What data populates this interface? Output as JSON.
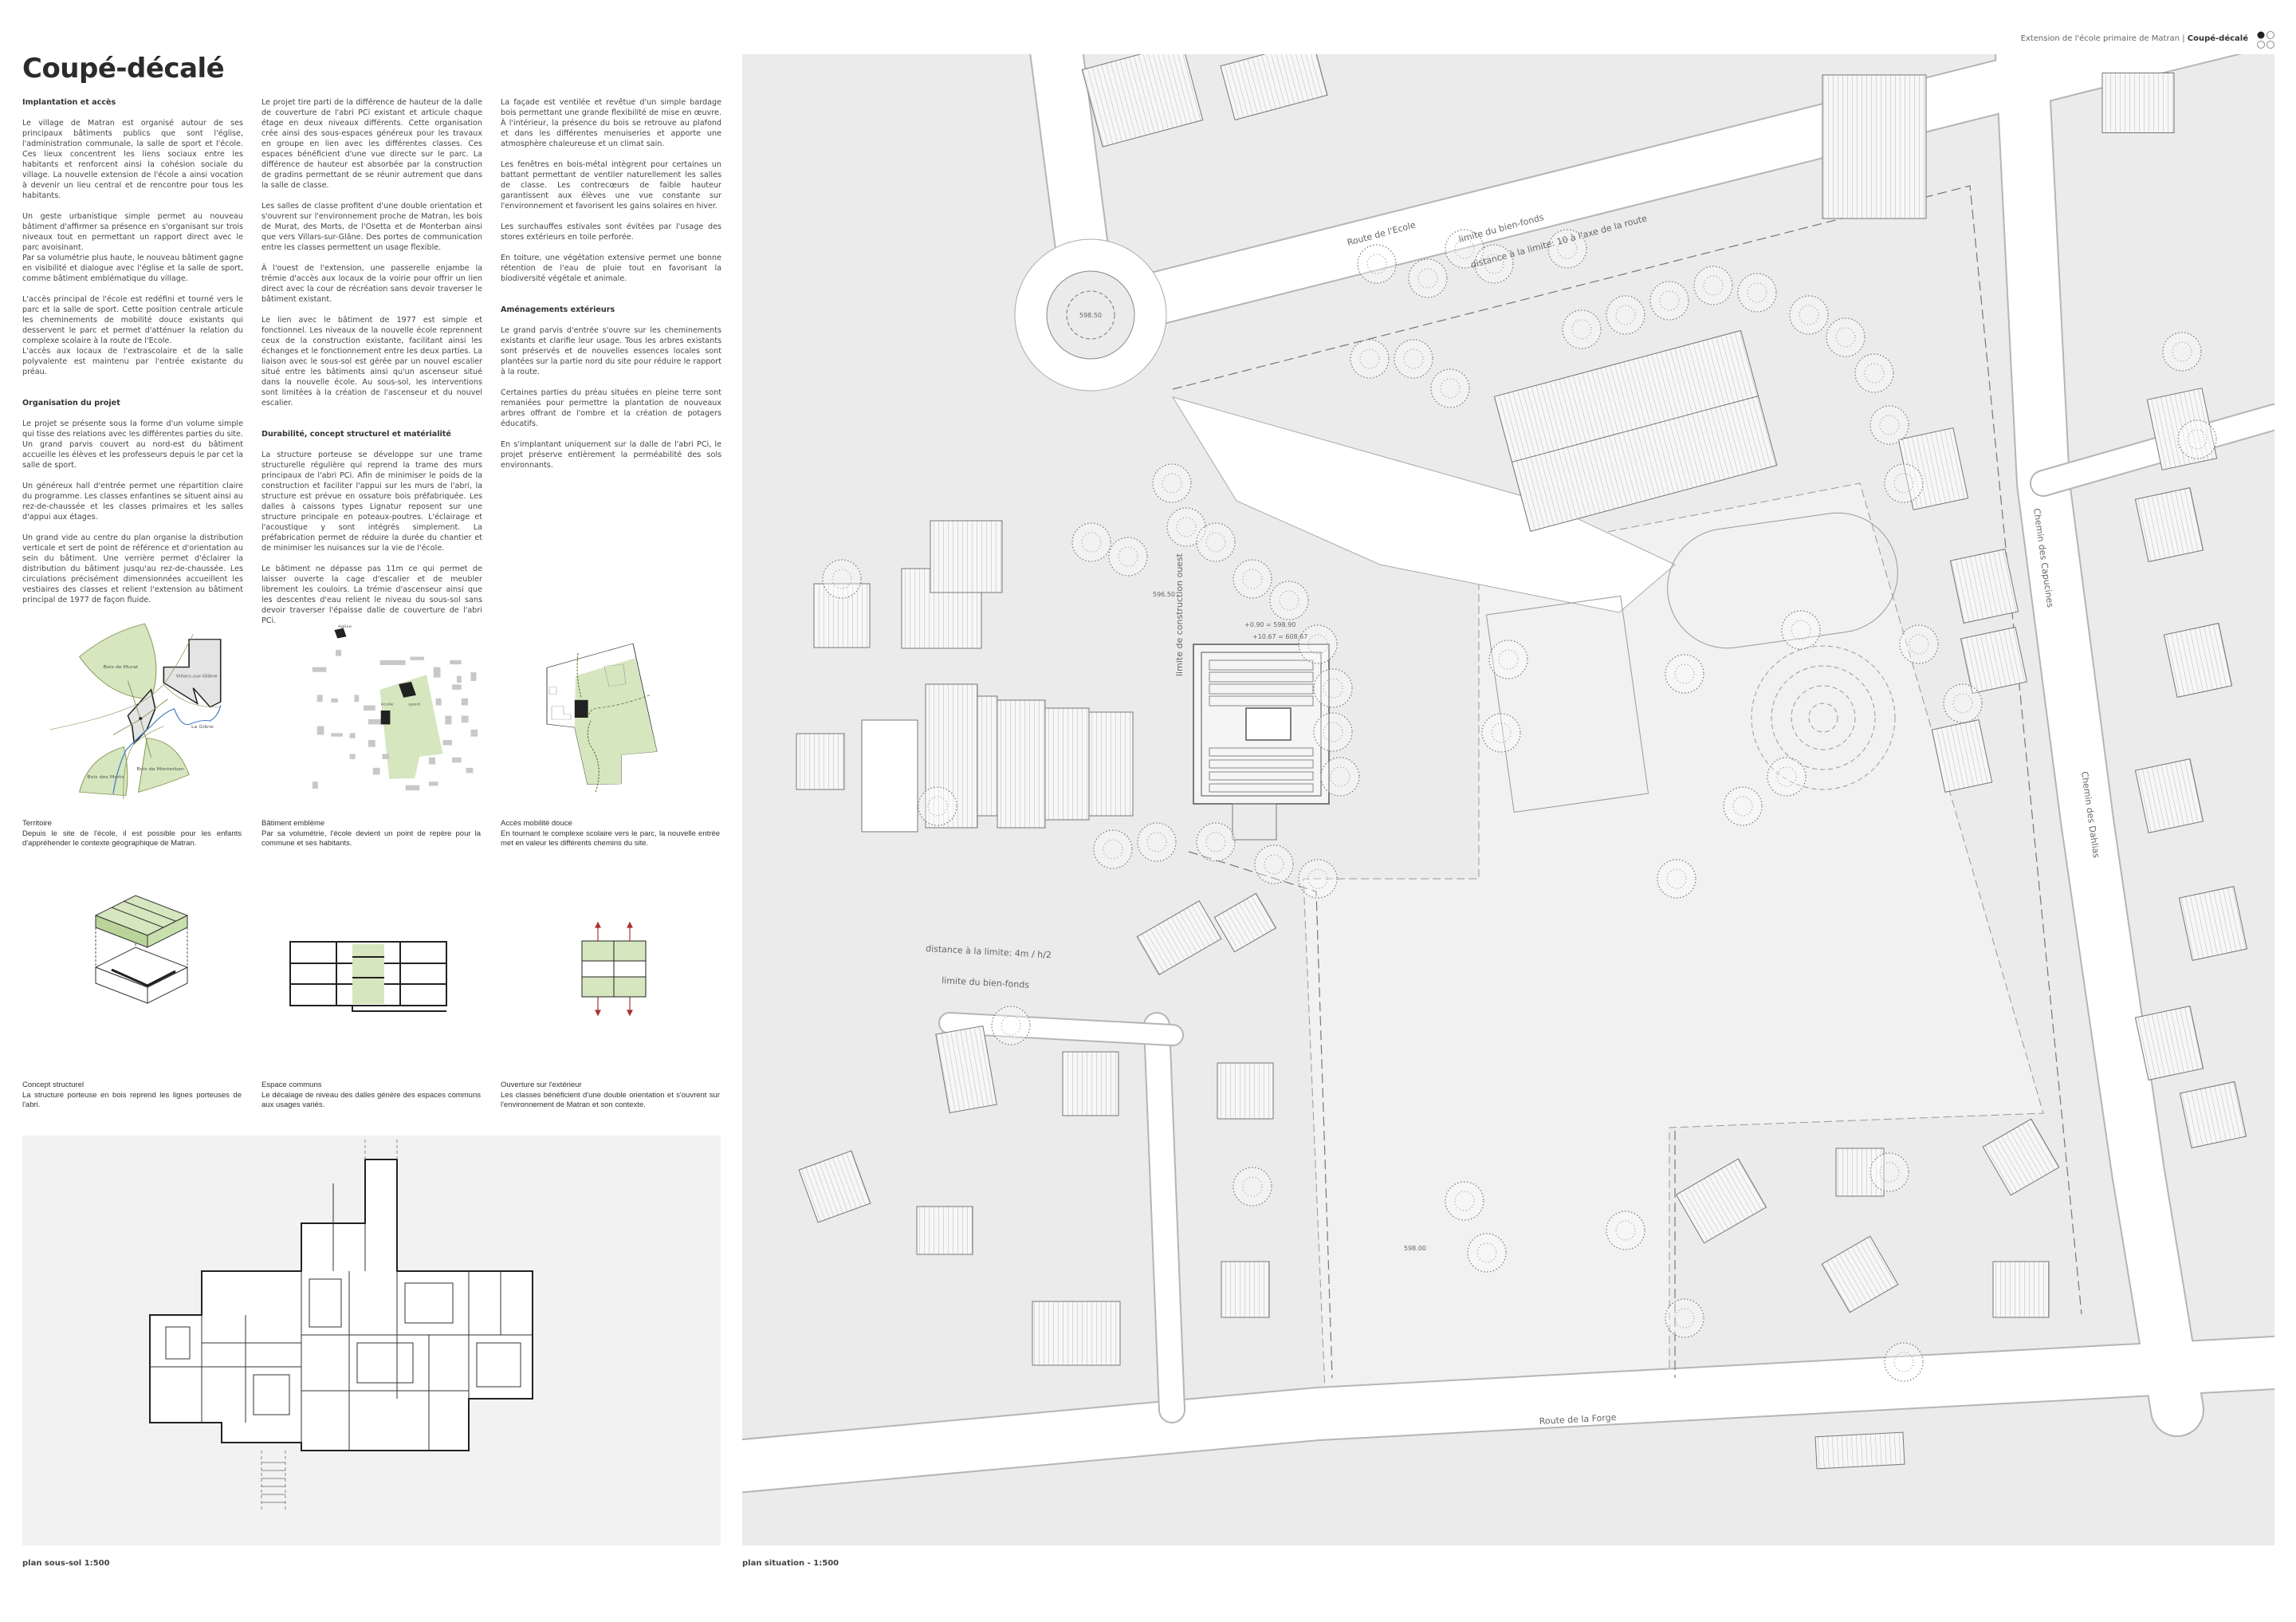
{
  "header": {
    "project": "Extension de l'école primaire de Matran | ",
    "project_bold": "Coupé-décalé"
  },
  "title": "Coupé-décalé",
  "text": {
    "c1": {
      "h1": "Implantation et accès",
      "p1": "Le village de Matran est organisé autour de ses principaux bâtiments publics que sont l'église, l'administration communale, la salle de sport et l'école. Ces lieux concentrent les liens sociaux entre les habitants et renforcent ainsi la cohésion sociale du village. La nouvelle extension de l'école a ainsi vocation à devenir un lieu central et de rencontre pour tous les habitants.",
      "p2": "Un geste urbanistique simple permet au nouveau bâtiment d'affirmer sa présence en s'organisant sur trois niveaux tout en permettant un rapport direct avec le parc avoisinant.",
      "p3": "Par sa volumétrie plus haute, le nouveau bâtiment gagne en visibilité et dialogue avec l'église et la salle de sport, comme bâtiment emblématique du village.",
      "p4": "L'accès principal de l'école est redéfini et tourné vers le parc et la salle de sport. Cette position centrale articule les cheminements de mobilité douce existants qui desservent le parc et permet d'atténuer la relation du complexe scolaire à la route de l'Ecole.",
      "p5": "L'accès aux locaux de l'extrascolaire et de la salle polyvalente est maintenu par l'entrée existante du préau.",
      "h2": "Organisation du projet",
      "p6": "Le projet se présente sous la forme d'un volume simple qui tisse des relations avec les différentes parties du site. Un grand parvis couvert au nord-est du bâtiment accueille les élèves et les professeurs depuis le par cet la salle de sport.",
      "p7": "Un généreux hall d'entrée permet une répartition claire du programme. Les classes enfantines se situent ainsi au rez-de-chaussée et les classes primaires et les salles d'appui aux étages.",
      "p8": "Un grand vide au centre du plan organise la distribution verticale et sert de point de référence et d'orientation au sein du bâtiment. Une verrière permet d'éclairer la distribution du bâtiment jusqu'au rez-de-chaussée. Les circulations précisément dimensionnées accueillent les vestiaires des classes et relient l'extension au bâtiment principal de 1977 de façon fluide."
    },
    "c2": {
      "p1": "Le projet tire parti de la différence de hauteur de la dalle de couverture de l'abri PCi existant et articule chaque étage en deux niveaux différents. Cette organisation crée ainsi des sous-espaces généreux pour les travaux en groupe en lien avec les différentes classes. Ces espaces bénéficient d'une vue directe sur le parc. La différence de hauteur est absorbée par la construction de gradins permettant de se réunir autrement que dans la salle de classe.",
      "p2": "Les salles de classe profitent d'une double orientation et s'ouvrent sur l'environnement proche de Matran, les bois de Murat, des Morts, de l'Osetta et de Monterban ainsi que vers Villars-sur-Glâne. Des portes de communication entre les classes permettent un usage flexible.",
      "p3": "À l'ouest de l'extension, une passerelle enjambe la trémie d'accès aux locaux de la voirie pour offrir un lien direct avec la cour de récréation sans devoir traverser le bâtiment existant.",
      "p4": "Le lien avec le bâtiment de 1977 est simple et fonctionnel. Les niveaux de la nouvelle école reprennent ceux de la construction existante, facilitant ainsi les échanges et le fonctionnement entre les deux parties. La liaison avec le sous-sol est gérée par un nouvel escalier situé entre les bâtiments ainsi qu'un ascenseur situé dans la nouvelle école. Au sous-sol, les interventions sont limitées à la création de l'ascenseur et du nouvel escalier.",
      "h1": "Durabilité, concept structurel et matérialité",
      "p5": "La structure porteuse se développe sur une trame structurelle régulière qui reprend la trame des murs principaux de l'abri PCi. Afin de minimiser le poids de la construction et faciliter l'appui sur les murs de l'abri, la structure est prévue en ossature bois préfabriquée. Les dalles à caissons types Lignatur reposent sur une structure principale en poteaux-poutres. L'éclairage et l'acoustique y sont intégrés simplement. La préfabrication permet de réduire la durée du chantier et de minimiser les nuisances sur la vie de l'école.",
      "p6": "Le bâtiment ne dépasse pas 11m ce qui permet de laisser ouverte la cage d'escalier et de meubler librement les couloirs. La trémie d'ascenseur ainsi que les descentes d'eau relient le niveau du sous-sol sans devoir traverser l'épaisse dalle de couverture de l'abri PCi."
    },
    "c3": {
      "p1": "La façade est ventilée et revêtue d'un simple bardage bois permettant une grande flexibilité de mise en œuvre. À l'intérieur, la présence du bois se retrouve au plafond et dans les différentes menuiseries et apporte une atmosphère chaleureuse et un climat sain.",
      "p2": "Les fenêtres en bois-métal intègrent pour certaines un battant permettant de ventiler naturellement les salles de classe. Les contrecœurs de faible hauteur garantissent aux élèves une vue constante sur l'environnement et favorisent les gains solaires en hiver.",
      "p3": "Les surchauffes estivales sont évitées par l'usage des stores extérieurs en toile perforée.",
      "p4": "En toiture, une végétation extensive permet une bonne rétention de l'eau de pluie tout en favorisant la biodiversité végétale et animale.",
      "h1": "Aménagements extérieurs",
      "p5": "Le grand parvis d'entrée s'ouvre sur les cheminements existants et clarifie leur usage. Tous les arbres existants sont préservés et de nouvelles essences locales sont plantées sur la partie nord du site pour réduire le rapport à la route.",
      "p6": "Certaines parties du préau situées en pleine terre sont remaniées pour permettre la plantation de nouveaux arbres offrant de l'ombre et la création de potagers éducatifs.",
      "p7": "En s'implantant uniquement sur la dalle de l'abri PCi, le projet préserve entièrement la perméabilité des sols environnants."
    }
  },
  "diagrams": [
    {
      "title": "Territoire",
      "body": "Depuis le site de l'école, il est possible pour les enfants d'appréhender le contexte géographique de Matran.",
      "labels": {
        "murat": "Bois de Murat",
        "villars": "Villars-sur-Glâne",
        "glane": "La Glâne",
        "morts": "Bois des Morts",
        "monterban": "Bois de Monterban"
      }
    },
    {
      "title": "Bâtiment emblème",
      "body": "Par sa volumétrie, l'école devient un point de repère pour la commune et ses habitants.",
      "labels": {
        "eglise": "église",
        "ecole": "école",
        "sport": "sport"
      }
    },
    {
      "title": "Accès mobilité douce",
      "body": "En tournant le complexe scolaire vers le parc, la nouvelle entrée met en valeur les différents chemins du site."
    },
    {
      "title": "Concept structurel",
      "body": "La structure porteuse en bois reprend les lignes porteuses de l'abri."
    },
    {
      "title": "Espace communs",
      "body": "Le décalage de niveau des dalles génère des espaces communs aux usages variés."
    },
    {
      "title": "Ouverture sur l'extérieur",
      "body": "Les classes bénéficient d'une double orientation et s'ouvrent sur l'environnement de Matran et son contexte."
    }
  ],
  "site_labels": {
    "route_ecole": "Route de l'Ecole",
    "limite_bien_fonds": "limite du bien-fonds",
    "distance_route": "distance à la limite: 10 à l'axe de la route",
    "alt_roundabout": "598.50",
    "limite_construction": "limite de construction ouest",
    "route_forge": "Route de la Forge",
    "chemin_capucines": "Chemin des Capucines",
    "chemin_dahlias": "Chemin des Dahlias",
    "alt_roof": "+10.67 = 608.67",
    "alt_entry": "+0.90 = 598.90",
    "distance_4m": "distance à la limite: 4m / h/2",
    "limite_bien_fonds_2": "limite du bien-fonds",
    "alt_596": "596.50",
    "alt_598": "598.00"
  },
  "plan_labels": {
    "basement": "plan sous-sol 1:500",
    "situation": "plan situation - 1:500"
  },
  "colors": {
    "green": "#d6e6bf",
    "green_line": "#8c9a5e",
    "river": "#4a7fc1",
    "site_bg": "#ebebeb"
  }
}
